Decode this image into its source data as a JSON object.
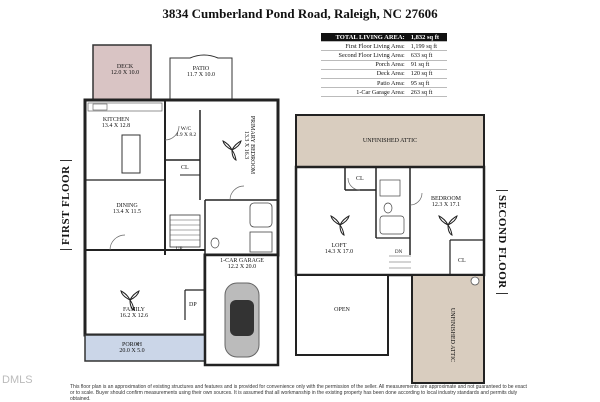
{
  "title": "3834 Cumberland Pond Road, Raleigh, NC 27606",
  "floor_labels": {
    "first": "FIRST FLOOR",
    "second": "SECOND FLOOR"
  },
  "area_table": [
    {
      "label": "TOTAL LIVING AREA:",
      "value": "1,832 sq ft",
      "header": true
    },
    {
      "label": "First Floor Living Area:",
      "value": "1,199 sq ft"
    },
    {
      "label": "Second Floor Living Area:",
      "value": "633 sq ft"
    },
    {
      "label": "Porch Area:",
      "value": "91 sq ft"
    },
    {
      "label": "Deck Area:",
      "value": "120 sq ft"
    },
    {
      "label": "Patio Area:",
      "value": "95 sq ft"
    },
    {
      "label": "1-Car Garage Area:",
      "value": "263 sq ft"
    }
  ],
  "rooms_first": {
    "deck": {
      "name": "DECK",
      "dims": "12.0 X 10.0"
    },
    "patio": {
      "name": "PATIO",
      "dims": "11.7 X 10.0"
    },
    "kitchen": {
      "name": "KITCHEN",
      "dims": "13.4 X 12.8"
    },
    "wic": {
      "name": "W/C",
      "dims": "4.9 X 8.2"
    },
    "primary": {
      "name": "PRIMARY BEDROOM",
      "dims": "13.3 X 16.3"
    },
    "cl": "CL",
    "dining": {
      "name": "DINING",
      "dims": "13.4 X 11.5"
    },
    "garage": {
      "name": "1-CAR GARAGE",
      "dims": "12.2 X 20.0"
    },
    "family": {
      "name": "FAMILY",
      "dims": "16.2 X 12.6"
    },
    "dp": "DP",
    "up": "UP",
    "porch": {
      "name": "PORCH",
      "dims": "20.0 X 5.0"
    }
  },
  "rooms_second": {
    "attic_top": "UNFINISHED ATTIC",
    "cl1": "CL",
    "cl2": "CL",
    "bedroom": {
      "name": "BEDROOM",
      "dims": "12.3 X 17.1"
    },
    "loft": {
      "name": "LOFT",
      "dims": "14.3 X 17.0"
    },
    "dn": "DN",
    "open": "OPEN",
    "attic_side": "UNFINISHED ATTIC"
  },
  "footer": "This floor plan is an approximation of existing structures and features and is provided for convenience only with the permission of the seller. All measurements are approximate and not guaranteed to be exact or to scale. Buyer should confirm measurements using their own sources. It is assumed that all workmanship in the existing property has been done according to local industry standards and permits duly obtained.",
  "watermark": "DMLS"
}
